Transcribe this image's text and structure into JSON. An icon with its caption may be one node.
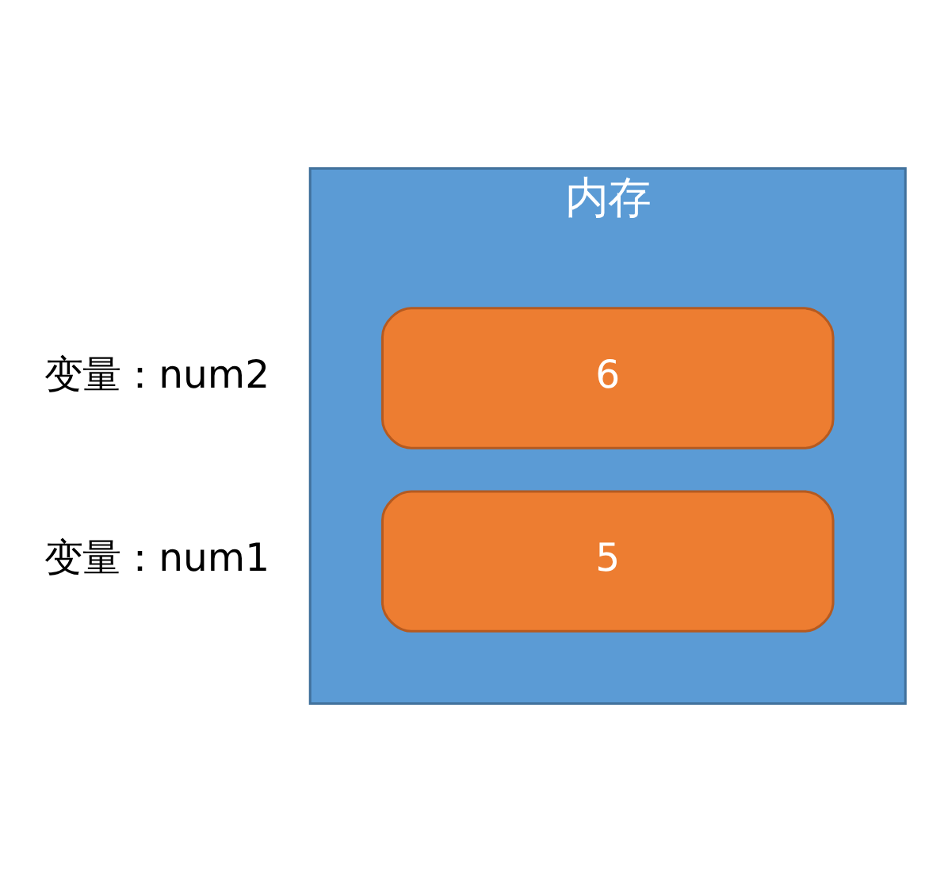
{
  "diagram": {
    "nodes": [
      {
        "text": [
          "内存"
        ]
      },
      {
        "text": [
          "6"
        ],
        "in": 0,
        "beside": [
          "变量：num2"
        ]
      },
      {
        "text": [
          "5"
        ],
        "in": 0,
        "beside": [
          "变量：num1"
        ]
      }
    ],
    "edges": []
  }
}
